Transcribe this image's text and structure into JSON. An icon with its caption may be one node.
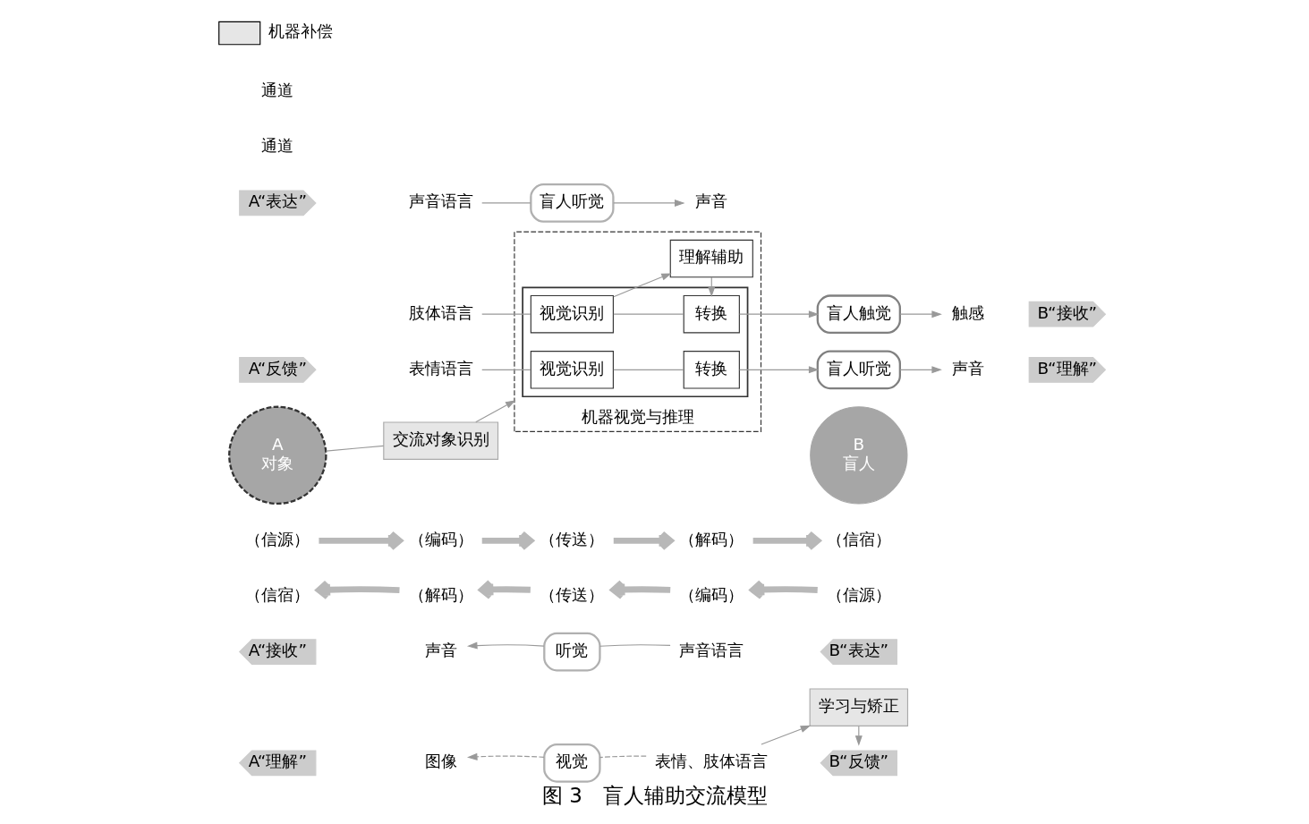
{
  "diagram": {
    "caption": "图 3　盲人辅助交流模型",
    "nodes": [
      {
        "text": [
          "A“表达”"
        ]
      },
      {
        "text": [
          "A“反馈”"
        ]
      },
      {
        "text": [
          "声音语言"
        ]
      },
      {
        "text": [
          "表情语言"
        ]
      },
      {
        "text": [
          "肢体语言"
        ]
      },
      {
        "text": [
          "交流对象识别"
        ]
      },
      {
        "text": [
          "机器视觉与推理"
        ]
      },
      {
        "text": [],
        "shape": "box",
        "in": 6
      },
      {
        "text": [
          "视觉识别"
        ],
        "in": 7
      },
      {
        "text": [
          "转换"
        ],
        "in": 7
      },
      {
        "text": [
          "视觉识别"
        ],
        "in": 7
      },
      {
        "text": [
          "转换"
        ],
        "in": 7
      },
      {
        "text": [
          "理解辅助"
        ],
        "in": 6
      },
      {
        "text": [
          "盲人听觉"
        ]
      },
      {
        "text": [
          "声音"
        ]
      },
      {
        "text": [
          "盲人听觉"
        ]
      },
      {
        "text": [
          "声音"
        ]
      },
      {
        "text": [
          "盲人触觉"
        ]
      },
      {
        "text": [
          "触感"
        ]
      },
      {
        "text": [
          "B“接收”"
        ]
      },
      {
        "text": [
          "B“理解”"
        ]
      },
      {
        "text": [
          "A",
          "对象"
        ]
      },
      {
        "text": [
          "B",
          "盲人"
        ]
      },
      {
        "text": [
          "（信源）"
        ]
      },
      {
        "text": [
          "（编码）"
        ]
      },
      {
        "text": [
          "（传送）"
        ]
      },
      {
        "text": [
          "（解码）"
        ]
      },
      {
        "text": [
          "（信宿）"
        ]
      },
      {
        "text": [
          "（信宿）"
        ]
      },
      {
        "text": [
          "（解码）"
        ]
      },
      {
        "text": [
          "（传送）"
        ]
      },
      {
        "text": [
          "（编码）"
        ]
      },
      {
        "text": [
          "（信源）"
        ]
      },
      {
        "text": [
          "A“接收”"
        ]
      },
      {
        "text": [
          "声音"
        ]
      },
      {
        "text": [
          "听觉"
        ]
      },
      {
        "text": [
          "声音语言"
        ]
      },
      {
        "text": [
          "B“表达”"
        ]
      },
      {
        "text": [
          "A“理解”"
        ]
      },
      {
        "text": [
          "图像"
        ]
      },
      {
        "text": [
          "视觉"
        ]
      },
      {
        "text": [
          "表情、肢体语言"
        ]
      },
      {
        "text": [
          "B“反馈”"
        ]
      },
      {
        "text": [
          "学习与矫正"
        ]
      }
    ],
    "edges": [
      {
        "from": 2,
        "to": 13,
        "arrow": "none"
      },
      {
        "from": 13,
        "to": 14,
        "arrow": "to"
      },
      {
        "from": 3,
        "to": 8,
        "arrow": "none"
      },
      {
        "from": 8,
        "to": 9,
        "arrow": "none"
      },
      {
        "from": 9,
        "to": 15,
        "arrow": "to"
      },
      {
        "from": 15,
        "to": 16,
        "arrow": "to"
      },
      {
        "from": 4,
        "to": 10,
        "arrow": "none"
      },
      {
        "from": 10,
        "to": 11,
        "arrow": "none"
      },
      {
        "from": 11,
        "to": 17,
        "arrow": "to"
      },
      {
        "from": 17,
        "to": 18,
        "arrow": "to"
      },
      {
        "from": 21,
        "to": 5,
        "arrow": "none"
      },
      {
        "from": 5,
        "to": 6,
        "arrow": "to"
      },
      {
        "from": 10,
        "to": 12,
        "arrow": "to"
      },
      {
        "from": 12,
        "to": 11,
        "arrow": "to"
      },
      {
        "from": 23,
        "to": 24,
        "arrow": "to",
        "style": "thick"
      },
      {
        "from": 24,
        "to": 25,
        "arrow": "to",
        "style": "thick"
      },
      {
        "from": 25,
        "to": 26,
        "arrow": "to",
        "style": "thick"
      },
      {
        "from": 26,
        "to": 27,
        "arrow": "to",
        "style": "thick"
      },
      {
        "from": 32,
        "to": 31,
        "arrow": "to",
        "style": "thick"
      },
      {
        "from": 31,
        "to": 30,
        "arrow": "to",
        "style": "thick"
      },
      {
        "from": 30,
        "to": 29,
        "arrow": "to",
        "style": "thick"
      },
      {
        "from": 29,
        "to": 28,
        "arrow": "to",
        "style": "thick"
      },
      {
        "from": 36,
        "to": 35,
        "arrow": "none"
      },
      {
        "from": 35,
        "to": 34,
        "arrow": "to"
      },
      {
        "from": 41,
        "to": 40,
        "arrow": "none",
        "style": "dashed"
      },
      {
        "from": 40,
        "to": 39,
        "arrow": "to",
        "style": "dashed"
      },
      {
        "from": 41,
        "to": 43,
        "arrow": "to"
      },
      {
        "from": 43,
        "to": 42,
        "arrow": "to"
      }
    ],
    "labels": [
      "通道",
      "通道"
    ],
    "legend": [
      {
        "text": "机器补偿",
        "color": "#e6e6e6"
      }
    ]
  }
}
